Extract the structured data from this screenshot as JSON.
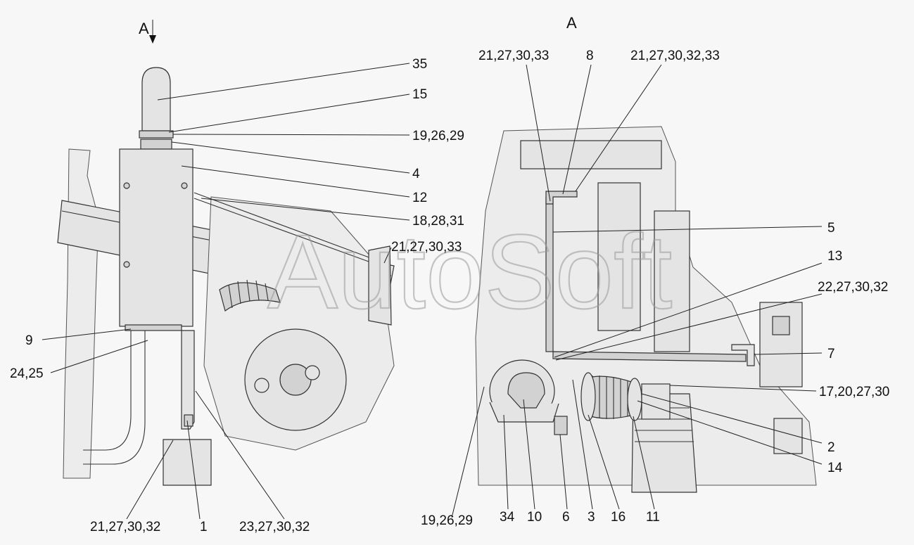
{
  "view_marks": {
    "left_arrow_label": "A",
    "right_view_label": "A"
  },
  "watermark": "AutoSoft",
  "left_callouts": [
    {
      "id": "35",
      "text": "35"
    },
    {
      "id": "15",
      "text": "15"
    },
    {
      "id": "19-26-29-top",
      "text": "19,26,29"
    },
    {
      "id": "4",
      "text": "4"
    },
    {
      "id": "12",
      "text": "12"
    },
    {
      "id": "18-28-31",
      "text": "18,28,31"
    },
    {
      "id": "21-27-30-33-left",
      "text": "21,27,30,33"
    },
    {
      "id": "9",
      "text": "9"
    },
    {
      "id": "24-25",
      "text": "24,25"
    },
    {
      "id": "21-27-30-32-bottom",
      "text": "21,27,30,32"
    },
    {
      "id": "1",
      "text": "1"
    },
    {
      "id": "23-27-30-32",
      "text": "23,27,30,32"
    }
  ],
  "right_callouts": [
    {
      "id": "21-27-30-33-right",
      "text": "21,27,30,33"
    },
    {
      "id": "8",
      "text": "8"
    },
    {
      "id": "21-27-30-32-33",
      "text": "21,27,30,32,33"
    },
    {
      "id": "5",
      "text": "5"
    },
    {
      "id": "13",
      "text": "13"
    },
    {
      "id": "22-27-30-32",
      "text": "22,27,30,32"
    },
    {
      "id": "7",
      "text": "7"
    },
    {
      "id": "17-20-27-30",
      "text": "17,20,27,30"
    },
    {
      "id": "2",
      "text": "2"
    },
    {
      "id": "14",
      "text": "14"
    },
    {
      "id": "19-26-29-bottom",
      "text": "19,26,29"
    },
    {
      "id": "34",
      "text": "34"
    },
    {
      "id": "10",
      "text": "10"
    },
    {
      "id": "6",
      "text": "6"
    },
    {
      "id": "3",
      "text": "3"
    },
    {
      "id": "16",
      "text": "16"
    },
    {
      "id": "11",
      "text": "11"
    }
  ]
}
